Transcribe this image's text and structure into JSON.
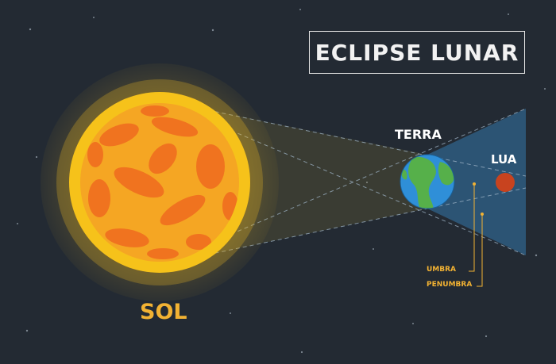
{
  "title": "ECLIPSE LUNAR",
  "labels": {
    "sun": "SOL",
    "earth": "TERRA",
    "moon": "LUA",
    "umbra": "UMBRA",
    "penumbra": "PENUMBRA"
  },
  "colors": {
    "background": "#232a33",
    "sun_core": "#f5a623",
    "sun_spots": "#ef6a1e",
    "sun_glow": "#e8b624",
    "penumbra_shadow": "#2e5c80",
    "earth_ocean": "#2f8fd8",
    "earth_land": "#56b04a",
    "moon": "#c8431f",
    "label_accent": "#f2b233",
    "text_light": "#ffffff"
  }
}
